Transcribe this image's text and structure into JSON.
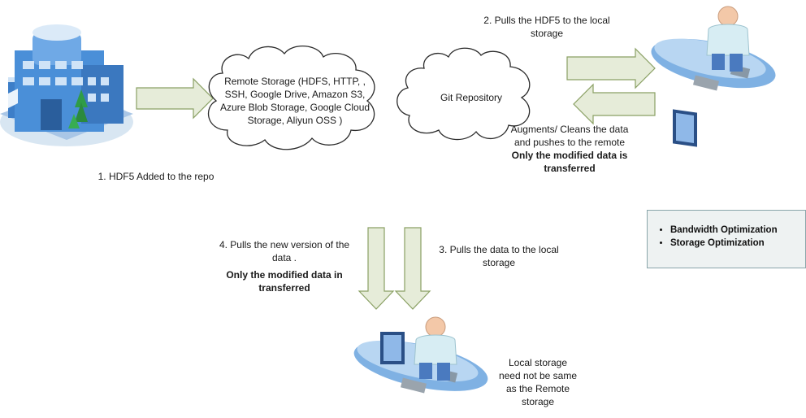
{
  "diagram": {
    "remote_storage_lines": [
      "Remote Storage  (HDFS, HTTP, ,",
      "SSH, Google Drive, Amazon S3,",
      "Azure Blob Storage, Google Cloud",
      "Storage, Aliyun OSS )"
    ],
    "git_repository": "Git Repository",
    "step1": "1. HDF5 Added to the repo",
    "step2_lines": [
      "2. Pulls the HDF5 to the local",
      "storage"
    ],
    "augment_lines": [
      "Augments/ Cleans the data",
      "and pushes to the remote"
    ],
    "augment_bold_lines": [
      "Only the modified data is",
      "transferred"
    ],
    "step4_lines": [
      "4. Pulls the new version of the",
      "data ."
    ],
    "step4_bold_lines": [
      "Only the modified data in",
      "transferred"
    ],
    "step3_lines": [
      "3. Pulls the data to the local",
      "storage"
    ],
    "local_storage_note_lines": [
      "Local storage",
      "need not be same",
      "as the Remote",
      "storage"
    ],
    "legend_items": [
      "Bandwidth Optimization",
      "Storage Optimization"
    ]
  },
  "colors": {
    "arrow_fill": "#e6ecd9",
    "arrow_stroke": "#8aa064",
    "cloud_stroke": "#2b2b2b",
    "building_blue": "#4a8fd8",
    "desk_blue": "#7fb1e3"
  }
}
